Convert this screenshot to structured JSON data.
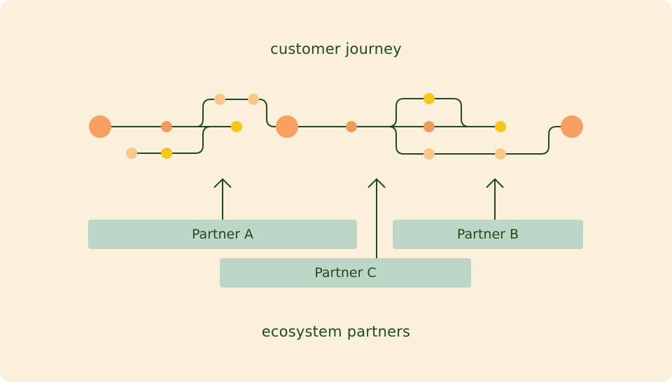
{
  "titles": {
    "top": "customer journey",
    "bottom": "ecosystem partners"
  },
  "partners": {
    "a": "Partner A",
    "b": "Partner B",
    "c": "Partner C"
  },
  "colors": {
    "background": "#FAF0DC",
    "line": "#1E4A1E",
    "node_large": "#F7A062",
    "node_orange": "#EE9A5A",
    "node_peach": "#F8C88A",
    "node_yellow": "#F5C518",
    "partner_box": "#BCD6C8"
  }
}
